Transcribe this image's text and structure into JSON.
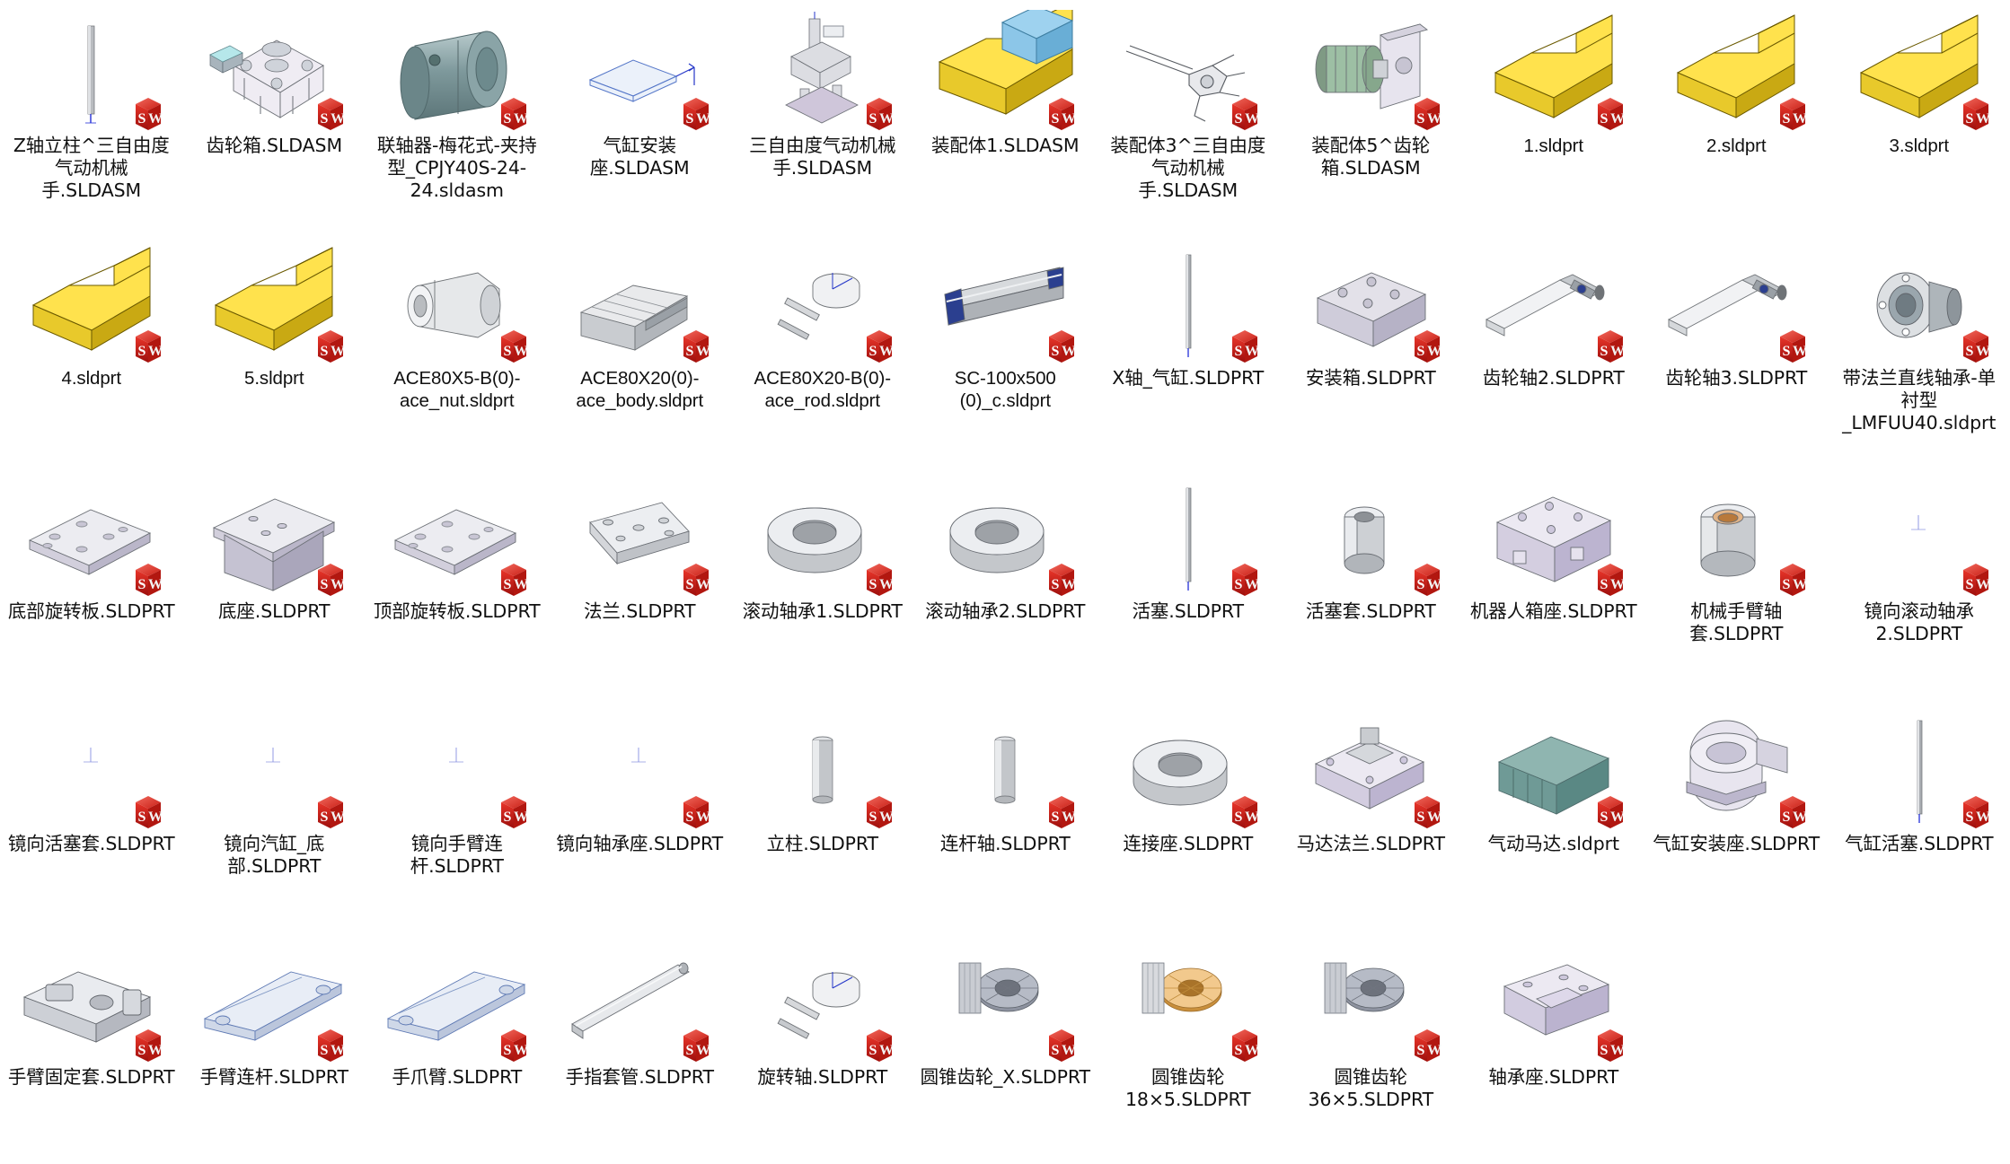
{
  "view": {
    "type": "file-explorer-icon-grid",
    "background_color": "#ffffff",
    "columns": 11,
    "rows": 5,
    "file_count": 52,
    "badge_icon": "solidworks-badge-icon",
    "badge_letters": "SW",
    "badge_color": "#d42020"
  },
  "files": [
    {
      "name": "Z轴立柱^三自由度气动机械手.SLDASM",
      "art": "slim-rod",
      "type": "assembly"
    },
    {
      "name": "齿轮箱.SLDASM",
      "art": "gearbox",
      "type": "assembly"
    },
    {
      "name": "联轴器-梅花式-夹持型_CPJY40S-24-24.sldasm",
      "art": "coupler",
      "type": "assembly"
    },
    {
      "name": "气缸安装座.SLDASM",
      "art": "flat-sketch",
      "type": "assembly"
    },
    {
      "name": "三自由度气动机械手.SLDASM",
      "art": "robot-arm",
      "type": "assembly"
    },
    {
      "name": "装配体1.SLDASM",
      "art": "yellow-block-blue",
      "type": "assembly"
    },
    {
      "name": "装配体3^三自由度气动机械手.SLDASM",
      "art": "gripper-wire",
      "type": "assembly"
    },
    {
      "name": "装配体5^齿轮箱.SLDASM",
      "art": "motor-plate",
      "type": "assembly"
    },
    {
      "name": "1.sldprt",
      "art": "yellow-step-block",
      "type": "part"
    },
    {
      "name": "2.sldprt",
      "art": "yellow-step-block",
      "type": "part"
    },
    {
      "name": "3.sldprt",
      "art": "yellow-step-block",
      "type": "part"
    },
    {
      "name": "4.sldprt",
      "art": "yellow-step-block",
      "type": "part"
    },
    {
      "name": "5.sldprt",
      "art": "yellow-step-block",
      "type": "part"
    },
    {
      "name": "ACE80X5-B(0)-ace_nut.sldprt",
      "art": "ring-nut",
      "type": "part"
    },
    {
      "name": "ACE80X20(0)-ace_body.sldprt",
      "art": "finned-body",
      "type": "part"
    },
    {
      "name": "ACE80X20-B(0)-ace_rod.sldprt",
      "art": "rod-knob",
      "type": "part"
    },
    {
      "name": "SC-100x500 (0)_c.sldprt",
      "art": "long-cylinder",
      "type": "part"
    },
    {
      "name": "X轴_气缸.SLDPRT",
      "art": "thin-rod",
      "type": "part"
    },
    {
      "name": "安装箱.SLDPRT",
      "art": "gray-box",
      "type": "part"
    },
    {
      "name": "齿轮轴2.SLDPRT",
      "art": "shaft-long",
      "type": "part"
    },
    {
      "name": "齿轮轴3.SLDPRT",
      "art": "shaft-long",
      "type": "part"
    },
    {
      "name": "带法兰直线轴承-单衬型_LMFUU40.sldprt",
      "art": "flange-bearing",
      "type": "part"
    },
    {
      "name": "底部旋转板.SLDPRT",
      "art": "plate-holes",
      "type": "part"
    },
    {
      "name": "底座.SLDPRT",
      "art": "base-bracket",
      "type": "part"
    },
    {
      "name": "顶部旋转板.SLDPRT",
      "art": "plate-holes",
      "type": "part"
    },
    {
      "name": "法兰.SLDPRT",
      "art": "flange-plate",
      "type": "part"
    },
    {
      "name": "滚动轴承1.SLDPRT",
      "art": "ring-bearing",
      "type": "part"
    },
    {
      "name": "滚动轴承2.SLDPRT",
      "art": "ring-bearing",
      "type": "part"
    },
    {
      "name": "活塞.SLDPRT",
      "art": "thin-rod",
      "type": "part"
    },
    {
      "name": "活塞套.SLDPRT",
      "art": "sleeve",
      "type": "part"
    },
    {
      "name": "机器人箱座.SLDPRT",
      "art": "purple-box",
      "type": "part"
    },
    {
      "name": "机械手臂轴套.SLDPRT",
      "art": "bushing",
      "type": "part"
    },
    {
      "name": "镜向滚动轴承2.SLDPRT",
      "art": "blank",
      "type": "part"
    },
    {
      "name": "镜向活塞套.SLDPRT",
      "art": "blank",
      "type": "part"
    },
    {
      "name": "镜向汽缸_底部.SLDPRT",
      "art": "blank",
      "type": "part"
    },
    {
      "name": "镜向手臂连杆.SLDPRT",
      "art": "blank",
      "type": "part"
    },
    {
      "name": "镜向轴承座.SLDPRT",
      "art": "blank",
      "type": "part"
    },
    {
      "name": "立柱.SLDPRT",
      "art": "short-pin",
      "type": "part"
    },
    {
      "name": "连杆轴.SLDPRT",
      "art": "short-pin",
      "type": "part"
    },
    {
      "name": "连接座.SLDPRT",
      "art": "ring-bearing",
      "type": "part"
    },
    {
      "name": "马达法兰.SLDPRT",
      "art": "motor-flange",
      "type": "part"
    },
    {
      "name": "气动马达.sldprt",
      "art": "teal-motor",
      "type": "part"
    },
    {
      "name": "气缸安装座.SLDPRT",
      "art": "saddle-clamp",
      "type": "part"
    },
    {
      "name": "气缸活塞.SLDPRT",
      "art": "thin-rod",
      "type": "part"
    },
    {
      "name": "手臂固定套.SLDPRT",
      "art": "arm-bracket",
      "type": "part"
    },
    {
      "name": "手臂连杆.SLDPRT",
      "art": "arm-link",
      "type": "part"
    },
    {
      "name": "手爪臂.SLDPRT",
      "art": "arm-link",
      "type": "part"
    },
    {
      "name": "手指套管.SLDPRT",
      "art": "tube",
      "type": "part"
    },
    {
      "name": "旋转轴.SLDPRT",
      "art": "rod-knob",
      "type": "part"
    },
    {
      "name": "圆锥齿轮_X.SLDPRT",
      "art": "bevel-gear",
      "type": "part"
    },
    {
      "name": "圆锥齿轮18×5.SLDPRT",
      "art": "bevel-gear-orange",
      "type": "part"
    },
    {
      "name": "圆锥齿轮36×5.SLDPRT",
      "art": "bevel-gear",
      "type": "part"
    },
    {
      "name": "轴承座.SLDPRT",
      "art": "bearing-seat",
      "type": "part"
    }
  ]
}
